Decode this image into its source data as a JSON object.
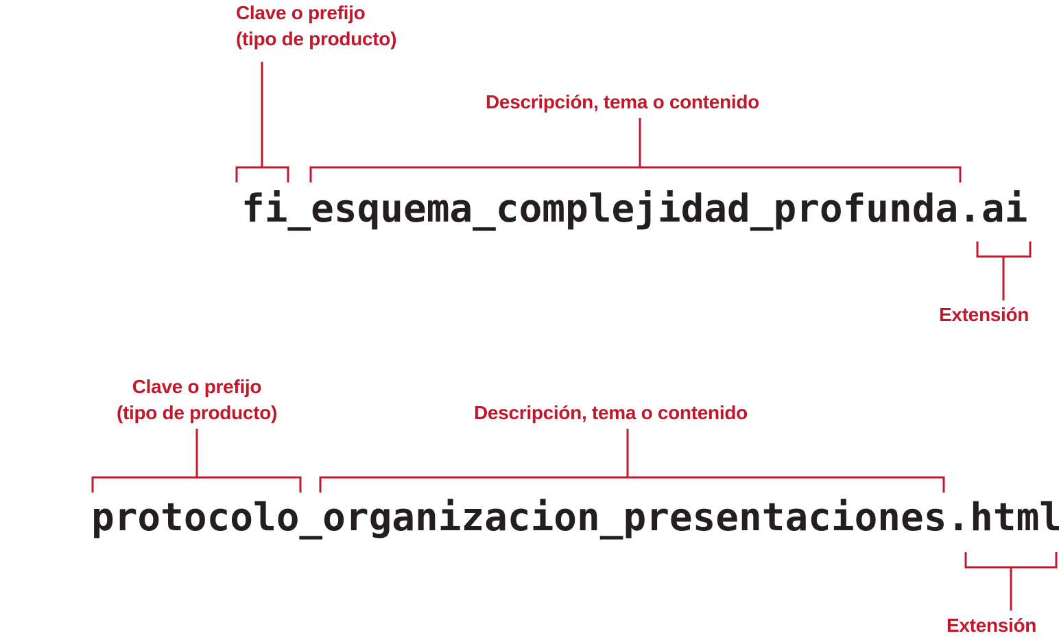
{
  "accent_color": "#c0192c",
  "text_color": "#231f20",
  "examples": [
    {
      "filename": "fi_esquema_complejidad_profunda.ai",
      "prefix_label_line1": "Clave o prefijo",
      "prefix_label_line2": "(tipo de producto)",
      "description_label": "Descripción, tema o contenido",
      "extension_label": "Extensión"
    },
    {
      "filename": "protocolo_organizacion_presentaciones.html",
      "prefix_label_line1": "Clave o prefijo",
      "prefix_label_line2": "(tipo de producto)",
      "description_label": "Descripción, tema o contenido",
      "extension_label": "Extensión"
    }
  ]
}
